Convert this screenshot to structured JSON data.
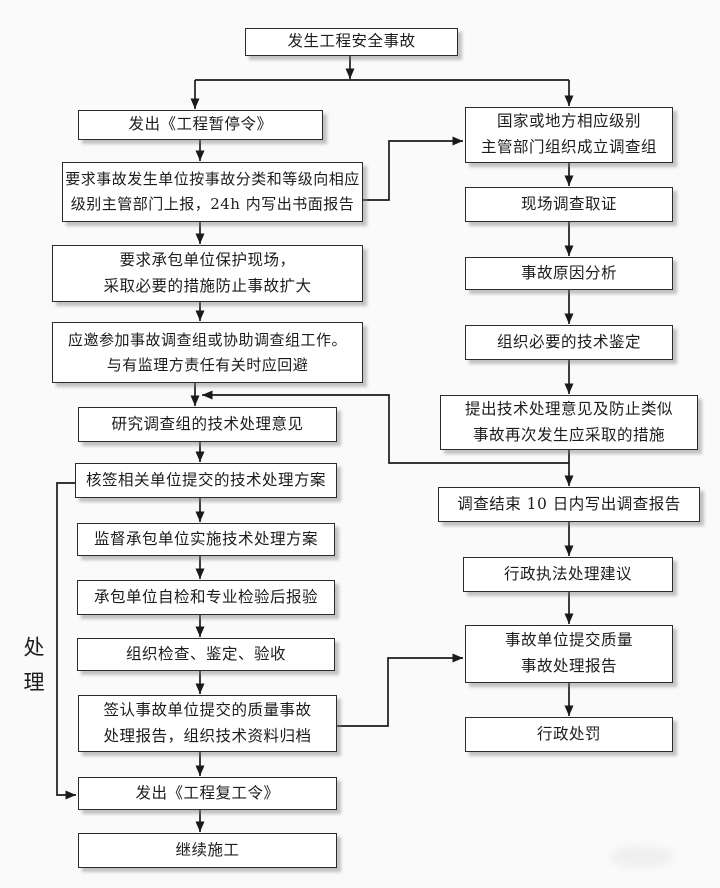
{
  "nodes": {
    "start": "发生工程安全事故",
    "l1": "发出《工程暂停令》",
    "l2": "要求事故发生单位按事故分类和等级向相应\n级别主管部门上报，24h 内写出书面报告",
    "l3": "要求承包单位保护现场，\n采取必要的措施防止事故扩大",
    "l4": "应邀参加事故调查组或协助调查组工作。\n与有监理方责任有关时应回避",
    "l5": "研究调查组的技术处理意见",
    "l6": "核签相关单位提交的技术处理方案",
    "l7": "监督承包单位实施技术处理方案",
    "l8": "承包单位自检和专业检验后报验",
    "l9": "组织检查、鉴定、验收",
    "l10": "签认事故单位提交的质量事故\n处理报告，组织技术资料归档",
    "l11": "发出《工程复工令》",
    "l12": "继续施工",
    "r1": "国家或地方相应级别\n主管部门组织成立调查组",
    "r2": "现场调查取证",
    "r3": "事故原因分析",
    "r4": "组织必要的技术鉴定",
    "r5": "提出技术处理意见及防止类似\n事故再次发生应采取的措施",
    "r6": "调查结束 10 日内写出调查报告",
    "r7": "行政执法处理建议",
    "r8": "事故单位提交质量\n事故处理报告",
    "r9": "行政处罚"
  },
  "side_label": "处理",
  "edges": [
    {
      "from": "start",
      "to": "l1"
    },
    {
      "from": "start",
      "to": "r1"
    },
    {
      "from": "l1",
      "to": "l2"
    },
    {
      "from": "l2",
      "to": "l3"
    },
    {
      "from": "l2",
      "to": "r1"
    },
    {
      "from": "l3",
      "to": "l4"
    },
    {
      "from": "l4",
      "to": "l5"
    },
    {
      "from": "l5",
      "to": "l6"
    },
    {
      "from": "l6",
      "to": "l7"
    },
    {
      "from": "l6",
      "to": "l11"
    },
    {
      "from": "l7",
      "to": "l8"
    },
    {
      "from": "l8",
      "to": "l9"
    },
    {
      "from": "l9",
      "to": "l10"
    },
    {
      "from": "l10",
      "to": "l11"
    },
    {
      "from": "l10",
      "to": "r8"
    },
    {
      "from": "l11",
      "to": "l12"
    },
    {
      "from": "r1",
      "to": "r2"
    },
    {
      "from": "r2",
      "to": "r3"
    },
    {
      "from": "r3",
      "to": "r4"
    },
    {
      "from": "r4",
      "to": "r5"
    },
    {
      "from": "r5",
      "to": "r6"
    },
    {
      "from": "r5",
      "to": "l5"
    },
    {
      "from": "r6",
      "to": "r7"
    },
    {
      "from": "r7",
      "to": "r8"
    },
    {
      "from": "r8",
      "to": "r9"
    }
  ],
  "colors": {
    "background": "#fafafa",
    "box_fill": "#ffffff",
    "box_border": "#2b2b2b",
    "line": "#1a1a1a",
    "text": "#1c1c1c"
  }
}
